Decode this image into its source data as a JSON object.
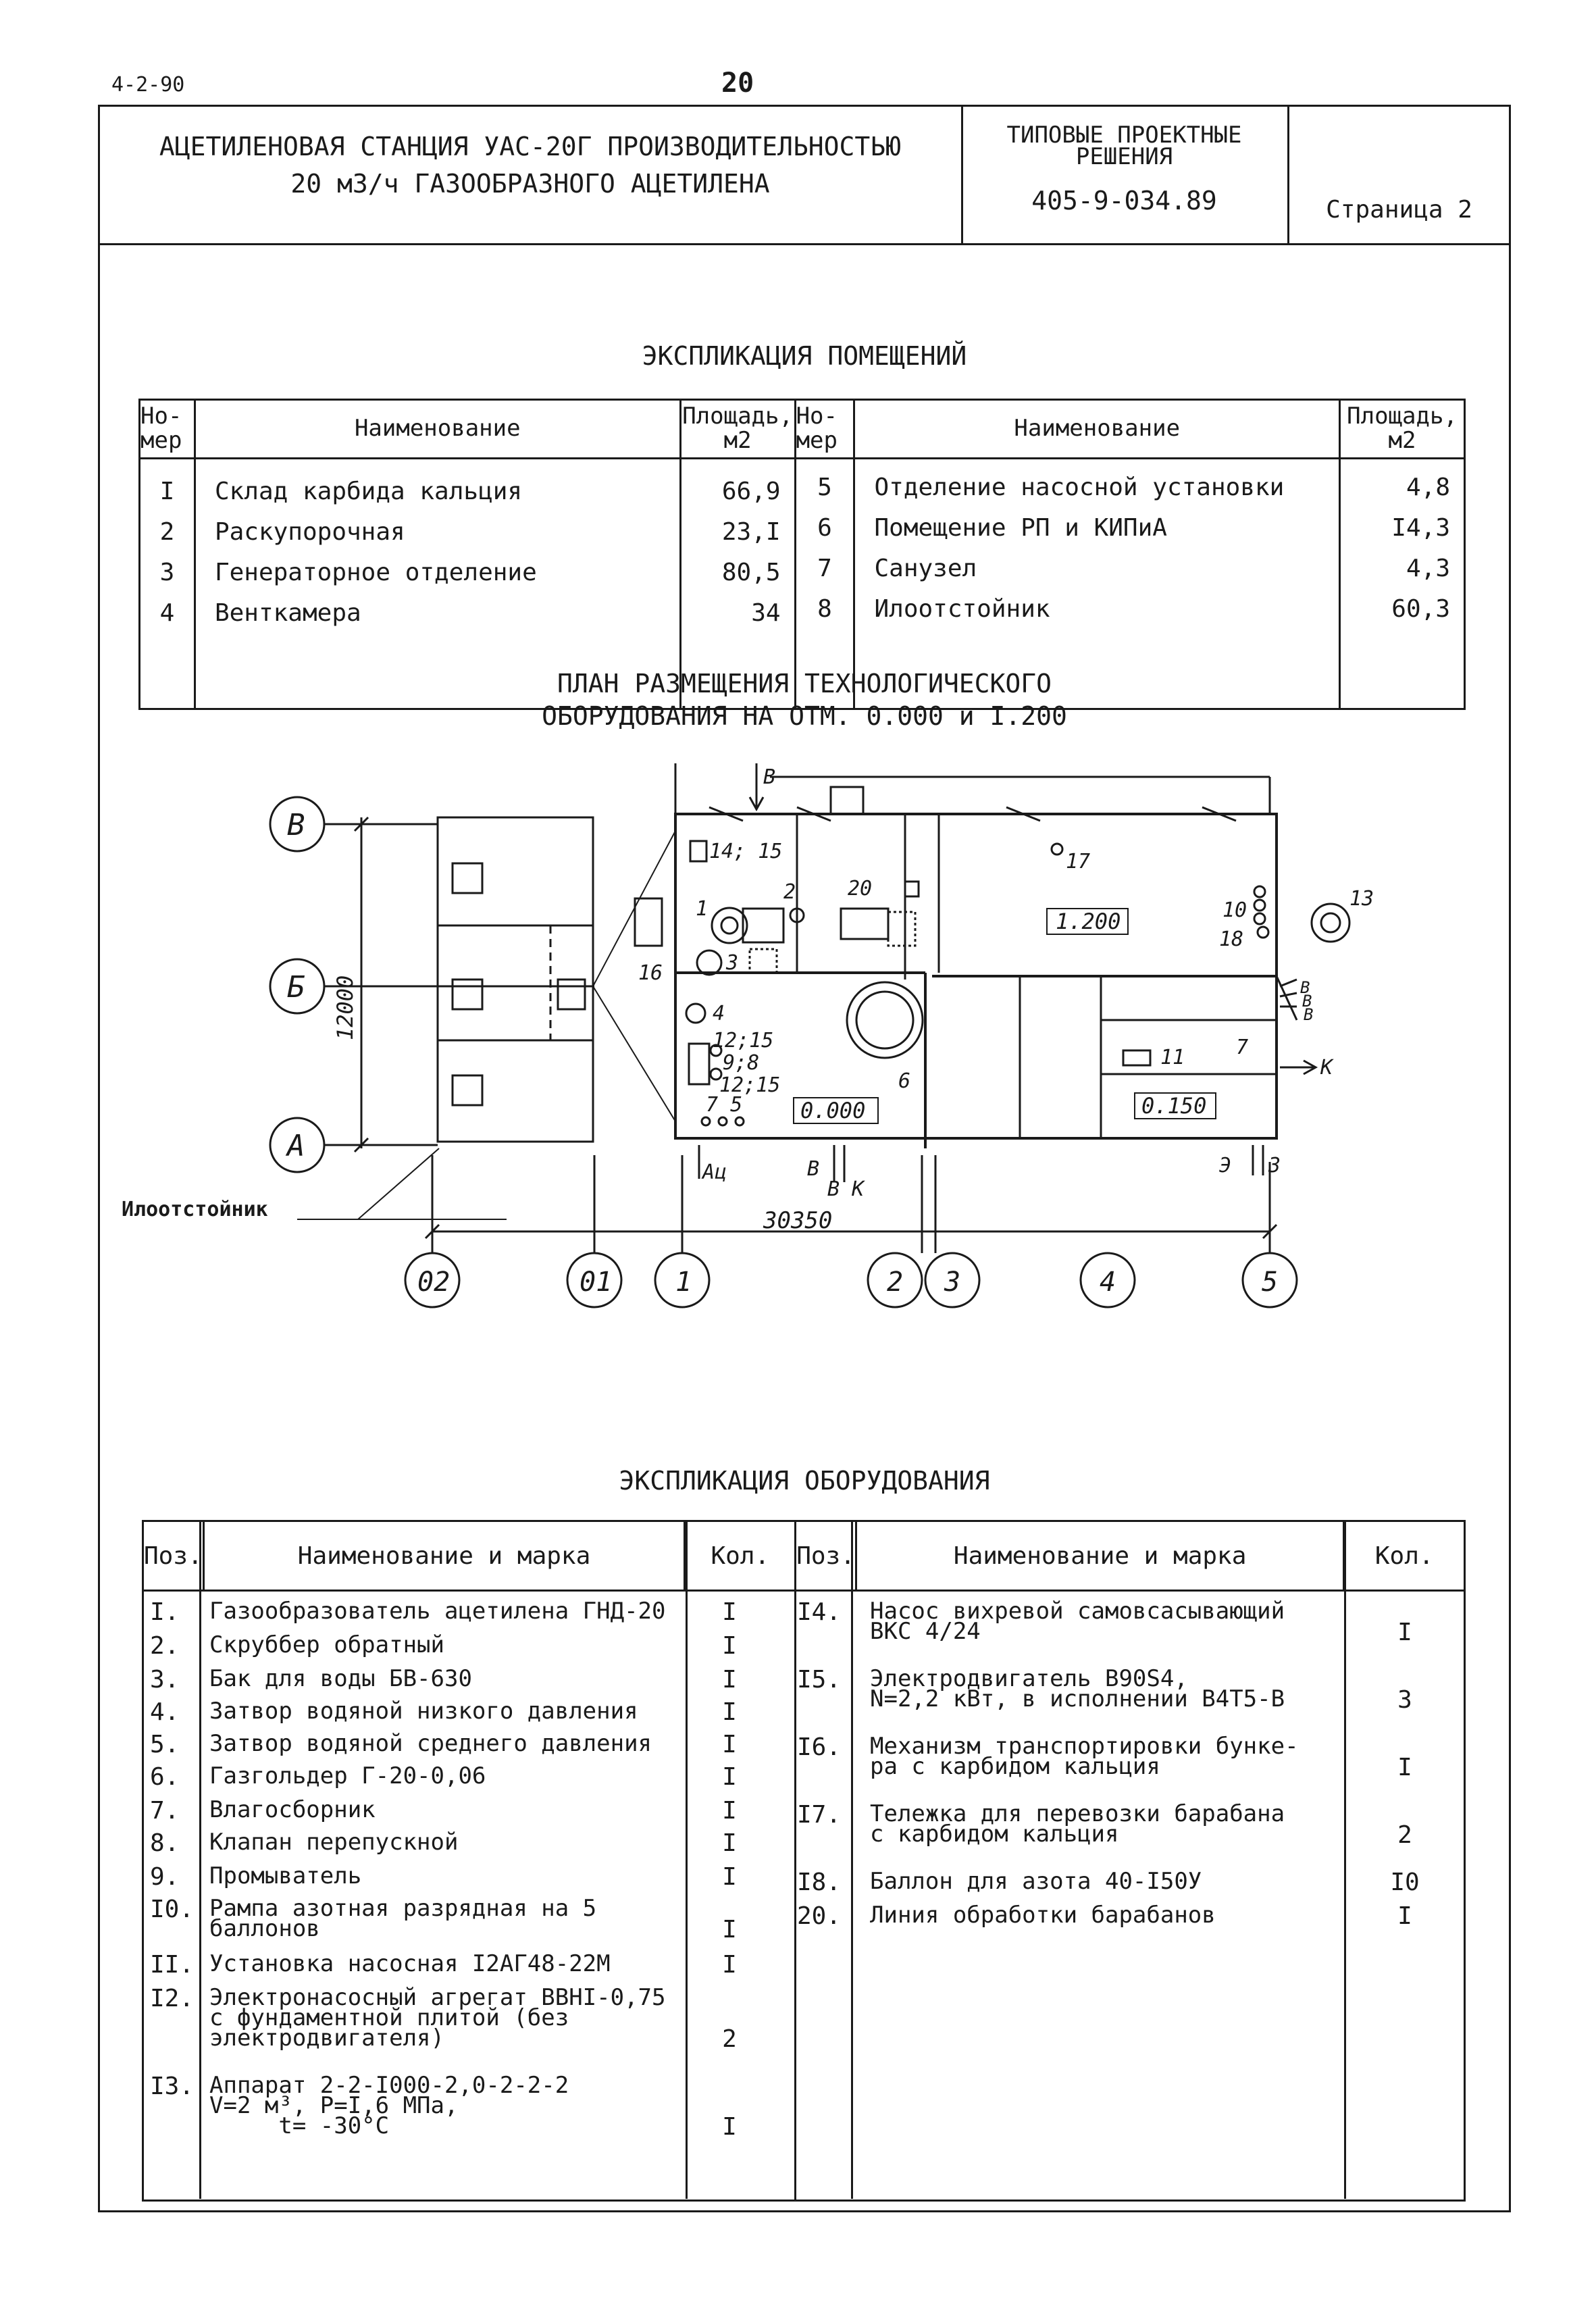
{
  "page": {
    "corner_code": "4-2-90",
    "page_number": "20"
  },
  "header": {
    "title_line1": "АЦЕТИЛЕНОВАЯ СТАНЦИЯ УАС-20Г ПРОИЗВОДИТЕЛЬНОСТЬЮ",
    "title_line2": "20 м3/ч ГАЗООБРАЗНОГО АЦЕТИЛЕНА",
    "series_line1": "ТИПОВЫЕ ПРОЕКТНЫЕ",
    "series_line2": "РЕШЕНИЯ",
    "doc_number": "405-9-034.89",
    "sheet": "Страница 2"
  },
  "rooms": {
    "title": "ЭКСПЛИКАЦИЯ ПОМЕЩЕНИЙ",
    "headers": {
      "num": "Но-\nмер",
      "name": "Наименование",
      "area": "Площадь,\nм2"
    },
    "left": [
      {
        "num": "I",
        "name": "Склад карбида кальция",
        "area": "66,9"
      },
      {
        "num": "2",
        "name": "Раскупорочная",
        "area": "23,I"
      },
      {
        "num": "3",
        "name": "Генераторное отделение",
        "area": "80,5"
      },
      {
        "num": "4",
        "name": "Венткамера",
        "area": "34"
      }
    ],
    "right": [
      {
        "num": "5",
        "name": "Отделение насосной установки",
        "area": "4,8"
      },
      {
        "num": "6",
        "name": "Помещение РП и КИПиА",
        "area": "I4,3"
      },
      {
        "num": "7",
        "name": "Санузел",
        "area": "4,3"
      },
      {
        "num": "8",
        "name": "Илоотстойник",
        "area": "60,3"
      }
    ]
  },
  "plan": {
    "title_line1": "ПЛАН РАЗМЕЩЕНИЯ ТЕХНОЛОГИЧЕСКОГО",
    "title_line2": "ОБОРУДОВАНИЯ НА ОТМ. 0.000 и I.200",
    "rows": [
      "В",
      "Б",
      "А"
    ],
    "dim_vertical": "12000",
    "dim_horizontal": "30350",
    "axes": [
      "02",
      "01",
      "1",
      "2",
      "3",
      "4",
      "5"
    ],
    "sump_label": "Илоотстойник",
    "elevations": [
      "1.200",
      "0.000",
      "0.150"
    ],
    "marks": {
      "m14_15": "14; 15",
      "m2": "2",
      "m20": "20",
      "m17": "17",
      "m10": "10",
      "m18": "18",
      "m13": "13",
      "m16": "16",
      "m1": "1",
      "m3": "3",
      "m4": "4",
      "m12_15a": "12;15",
      "m9_8": "9;8",
      "m12_15b": "12;15",
      "m7_5": "7  5",
      "m6": "6",
      "m11": "11",
      "m7b": "7",
      "in_v": "В",
      "in_ac": "Ац",
      "in_vk1": "В",
      "in_vk2": "В К",
      "out_k": "К",
      "in_e": "Э",
      "in_z": "З",
      "side_v1": "В",
      "side_v2": "В",
      "side_v3": "В"
    }
  },
  "equipment": {
    "title": "ЭКСПЛИКАЦИЯ ОБОРУДОВАНИЯ",
    "headers": {
      "pos": "Поз.",
      "name": "Наименование и марка",
      "qty": "Кол."
    },
    "left": [
      {
        "pos": "I.",
        "name": "Газообразователь ацетилена ГНД-20",
        "qty": "I"
      },
      {
        "pos": "2.",
        "name": "Скруббер обратный",
        "qty": "I"
      },
      {
        "pos": "3.",
        "name": "Бак для воды БВ-630",
        "qty": "I"
      },
      {
        "pos": "4.",
        "name": "Затвор водяной низкого давления",
        "qty": "I"
      },
      {
        "pos": "5.",
        "name": "Затвор водяной среднего давления",
        "qty": "I"
      },
      {
        "pos": "6.",
        "name": "Газгольдер Г-20-0,06",
        "qty": "I"
      },
      {
        "pos": "7.",
        "name": "Влагосборник",
        "qty": "I"
      },
      {
        "pos": "8.",
        "name": "Клапан перепускной",
        "qty": "I"
      },
      {
        "pos": "9.",
        "name": "Промыватель",
        "qty": "I"
      },
      {
        "pos": "I0.",
        "name": "Рампа азотная разрядная на 5\nбаллонов",
        "qty": "I"
      },
      {
        "pos": "II.",
        "name": "Установка насосная I2АГ48-22М",
        "qty": "I"
      },
      {
        "pos": "I2.",
        "name": "Электронасосный агрегат ВВНI-0,75\nс фундаментной плитой (без\nэлектродвигателя)",
        "qty": "2"
      },
      {
        "pos": "I3.",
        "name": "Аппарат 2-2-I000-2,0-2-2-2\nV=2 м³, P=I,6 МПа,\n     t= -30°C",
        "qty": "I"
      }
    ],
    "right": [
      {
        "pos": "I4.",
        "name": "Насос вихревой самовсасывающий\nВКС 4/24",
        "qty": "I"
      },
      {
        "pos": "I5.",
        "name": "Электродвигатель В90S4,\nN=2,2 кВт, в исполнении В4Т5-В",
        "qty": "3"
      },
      {
        "pos": "I6.",
        "name": "Механизм транспортировки бунке-\nра с карбидом кальция",
        "qty": "I"
      },
      {
        "pos": "I7.",
        "name": "Тележка для перевозки барабана\nс карбидом кальция",
        "qty": "2"
      },
      {
        "pos": "I8.",
        "name": "Баллон для азота 40-I50У",
        "qty": "I0"
      },
      {
        "pos": "20.",
        "name": "Линия обработки барабанов",
        "qty": "I"
      }
    ]
  }
}
